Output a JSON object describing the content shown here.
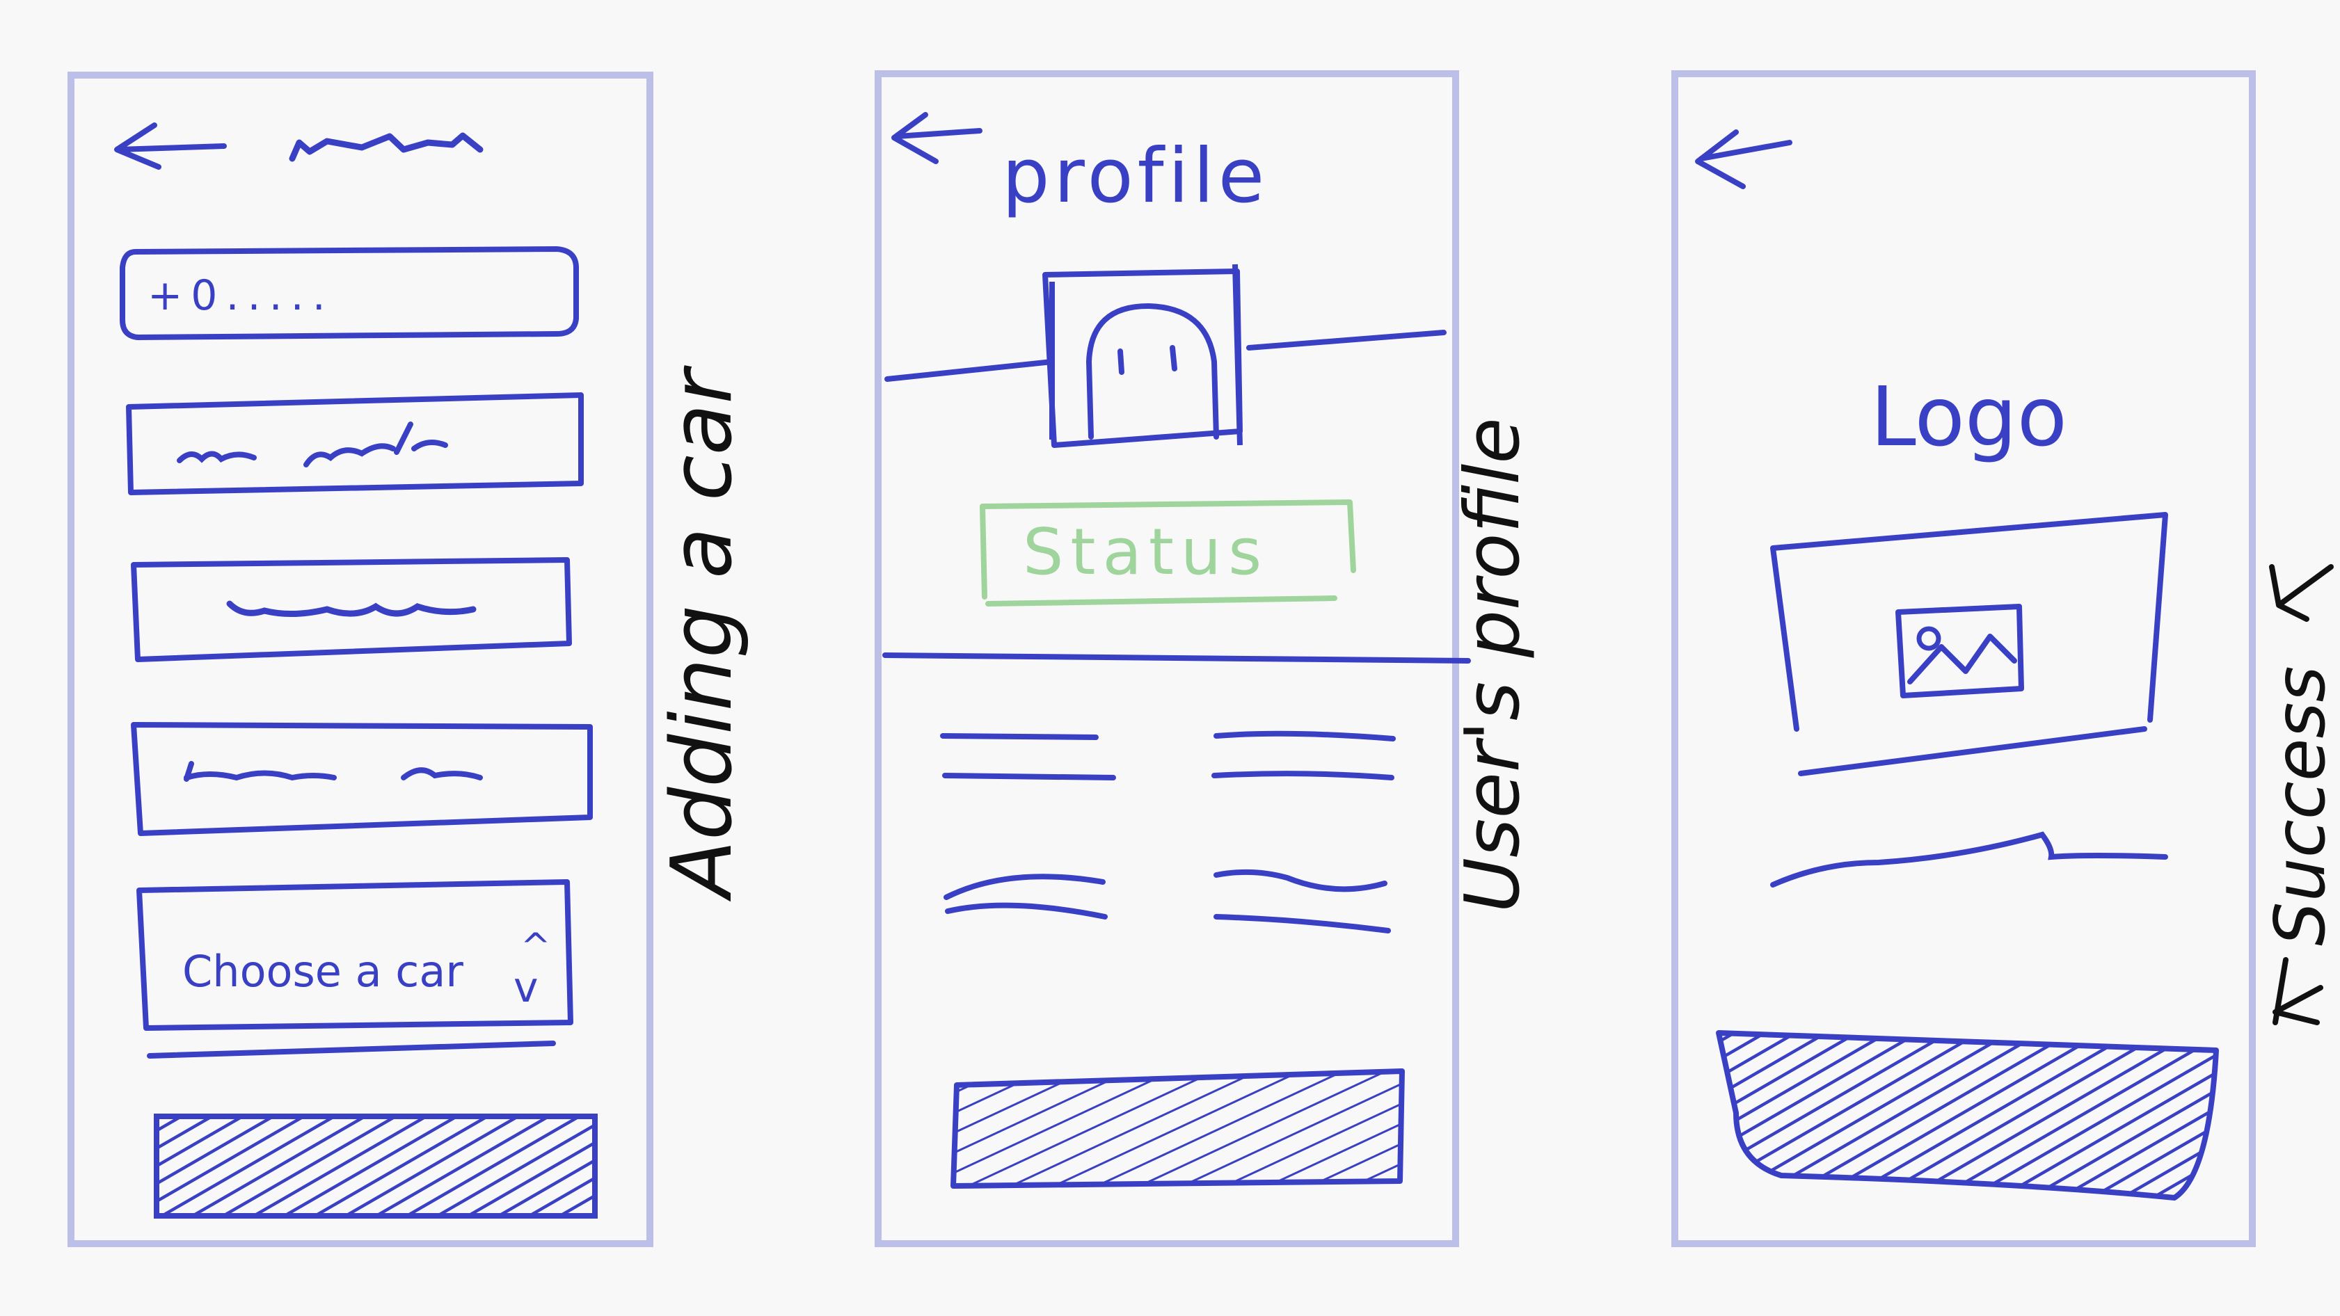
{
  "colors": {
    "background": "#f8f8f8",
    "frame": "#bcbfe8",
    "ink": "#3a40c4",
    "status_ink": "#9fd49c",
    "caption_ink": "#111111"
  },
  "screens": [
    {
      "caption": "Adding a car",
      "phone_field_value": "+0.....",
      "car_select_label": "Choose a car",
      "select_arrow_up": "^",
      "select_arrow_down": "v"
    },
    {
      "caption": "User's profile",
      "title": "profile",
      "status_label": "Status"
    },
    {
      "caption": "Success",
      "logo_label": "Logo"
    }
  ],
  "icons": {
    "back": "arrow-left-icon",
    "avatar": "avatar-icon",
    "image": "image-placeholder-icon"
  }
}
